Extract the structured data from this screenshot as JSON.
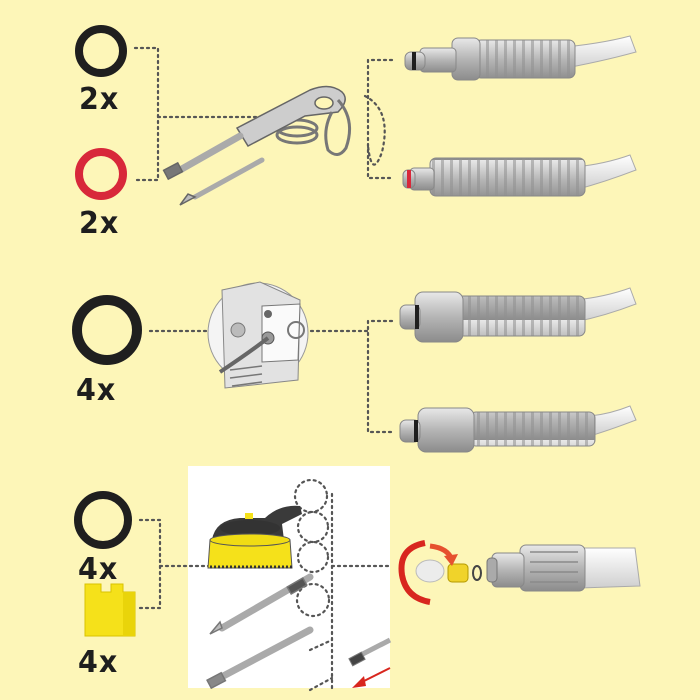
{
  "background_color": "#fdf6b8",
  "rows": [
    {
      "id": "row-1",
      "parts": [
        {
          "name": "black-o-ring",
          "color": "#1f1f1f",
          "quantity": "2x"
        },
        {
          "name": "red-o-ring",
          "color": "#d8283a",
          "quantity": "2x"
        }
      ],
      "device": "spray-gun-with-lances",
      "connectors": [
        "quick-connect-hose-coupling-black-ring",
        "quick-connect-hose-coupling-red-ring"
      ]
    },
    {
      "id": "row-2",
      "parts": [
        {
          "name": "large-black-o-ring",
          "color": "#1f1f1f",
          "quantity": "4x"
        }
      ],
      "device": "machine-high-pressure-outlet",
      "connectors": [
        "threaded-hose-coupling-upper",
        "threaded-hose-coupling-lower"
      ]
    },
    {
      "id": "row-3",
      "parts": [
        {
          "name": "black-o-ring",
          "color": "#1f1f1f",
          "quantity": "4x"
        },
        {
          "name": "yellow-nozzle-insert",
          "color": "#f5e11a",
          "quantity": "4x"
        }
      ],
      "device": "accessories-panel-surface-cleaner-and-lances",
      "connectors": [
        "exploded-nozzle-assembly-with-rotate-arrow"
      ]
    }
  ],
  "accent_colors": {
    "ring_black": "#1f1f1f",
    "ring_red": "#d8283a",
    "insert_yellow": "#f5e11a",
    "arrow_red": "#d8261e",
    "line": "#555555",
    "metal": "#b9b9b9"
  }
}
